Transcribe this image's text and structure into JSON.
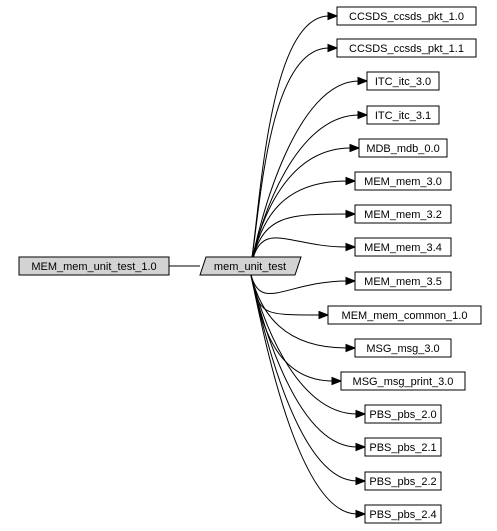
{
  "diagram": {
    "root": {
      "label": "MEM_mem_unit_test_1.0"
    },
    "hub": {
      "label": "mem_unit_test"
    },
    "targets": [
      {
        "label": "CCSDS_ccsds_pkt_1.0"
      },
      {
        "label": "CCSDS_ccsds_pkt_1.1"
      },
      {
        "label": "ITC_itc_3.0"
      },
      {
        "label": "ITC_itc_3.1"
      },
      {
        "label": "MDB_mdb_0.0"
      },
      {
        "label": "MEM_mem_3.0"
      },
      {
        "label": "MEM_mem_3.2"
      },
      {
        "label": "MEM_mem_3.4"
      },
      {
        "label": "MEM_mem_3.5"
      },
      {
        "label": "MEM_mem_common_1.0"
      },
      {
        "label": "MSG_msg_3.0"
      },
      {
        "label": "MSG_msg_print_3.0"
      },
      {
        "label": "PBS_pbs_2.0"
      },
      {
        "label": "PBS_pbs_2.1"
      },
      {
        "label": "PBS_pbs_2.2"
      },
      {
        "label": "PBS_pbs_2.4"
      }
    ]
  }
}
